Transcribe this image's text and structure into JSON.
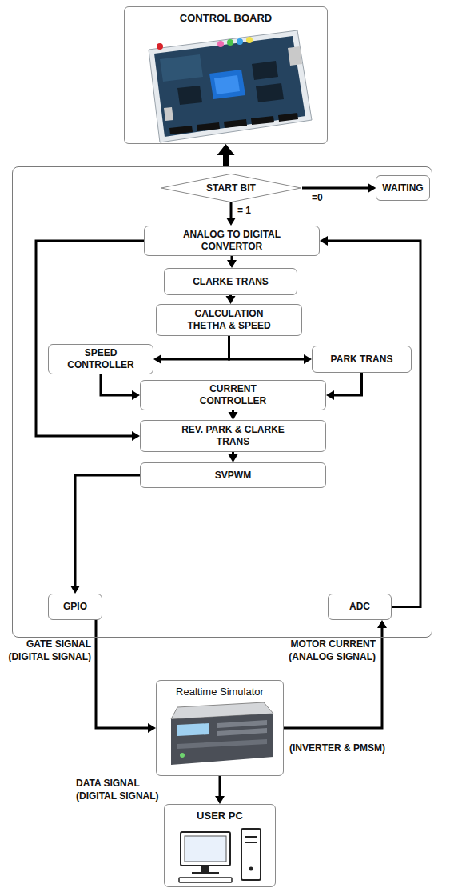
{
  "diagram": {
    "nodes": [
      {
        "text": [
          "CONTROL BOARD"
        ]
      },
      {
        "text": []
      },
      {
        "text": [
          "START BIT"
        ],
        "in": 1
      },
      {
        "text": [
          "WAITING"
        ],
        "in": 1
      },
      {
        "text": [
          "ANALOG TO DIGITAL CONVERTOR"
        ],
        "in": 1
      },
      {
        "text": [
          "CLARKE TRANS"
        ],
        "in": 1
      },
      {
        "text": [
          "CALCULATION THETHA & SPEED"
        ],
        "in": 1
      },
      {
        "text": [
          "SPEED CONTROLLER"
        ],
        "in": 1
      },
      {
        "text": [
          "PARK TRANS"
        ],
        "in": 1
      },
      {
        "text": [
          "CURRENT CONTROLLER"
        ],
        "in": 1
      },
      {
        "text": [
          "REV. PARK & CLARKE TRANS"
        ],
        "in": 1
      },
      {
        "text": [
          "SVPWM"
        ],
        "in": 1
      },
      {
        "text": [
          "GPIO"
        ],
        "in": 1
      },
      {
        "text": [
          "ADC"
        ],
        "in": 1
      },
      {
        "text": [
          "Realtime Simulator"
        ]
      },
      {
        "text": [
          "USER PC"
        ]
      }
    ],
    "edges": [
      {
        "from": 1,
        "to": 0,
        "arrow": "to"
      },
      {
        "from": 2,
        "to": 3,
        "arrow": "to"
      },
      {
        "from": 2,
        "to": 4,
        "arrow": "to"
      },
      {
        "from": 4,
        "to": 5,
        "arrow": "to"
      },
      {
        "from": 5,
        "to": 6,
        "arrow": "to"
      },
      {
        "from": 6,
        "to": 7,
        "arrow": "to"
      },
      {
        "from": 6,
        "to": 8,
        "arrow": "to"
      },
      {
        "from": 7,
        "to": 9,
        "arrow": "to"
      },
      {
        "from": 8,
        "to": 9,
        "arrow": "to"
      },
      {
        "from": 9,
        "to": 10,
        "arrow": "to"
      },
      {
        "from": 10,
        "to": 11,
        "arrow": "to"
      },
      {
        "from": 4,
        "to": 10,
        "arrow": "to"
      },
      {
        "from": 11,
        "to": 12,
        "arrow": "to"
      },
      {
        "from": 13,
        "to": 4,
        "arrow": "to"
      },
      {
        "from": 12,
        "to": 14,
        "arrow": "to"
      },
      {
        "from": 14,
        "to": 13,
        "arrow": "to"
      },
      {
        "from": 14,
        "to": 15,
        "arrow": "to"
      }
    ],
    "labels": [
      "=0",
      "= 1",
      "GATE SIGNAL (DIGITAL SIGNAL)",
      "MOTOR CURRENT (ANALOG SIGNAL)",
      "(INVERTER & PMSM)",
      "DATA SIGNAL (DIGITAL SIGNAL)"
    ]
  }
}
